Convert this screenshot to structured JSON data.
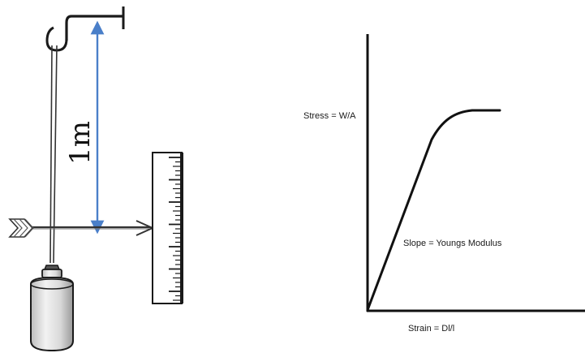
{
  "apparatus": {
    "length_label": "1m"
  },
  "graph": {
    "y_label": "Stress = W/A",
    "slope_label": "Slope = Youngs Modulus",
    "x_label": "Strain = Dl/l"
  },
  "colors": {
    "dimension_arrow": "#4a7fc9",
    "ink": "#1a1a1a",
    "wire": "#333333",
    "weight_fill": "#e6e6e6"
  }
}
